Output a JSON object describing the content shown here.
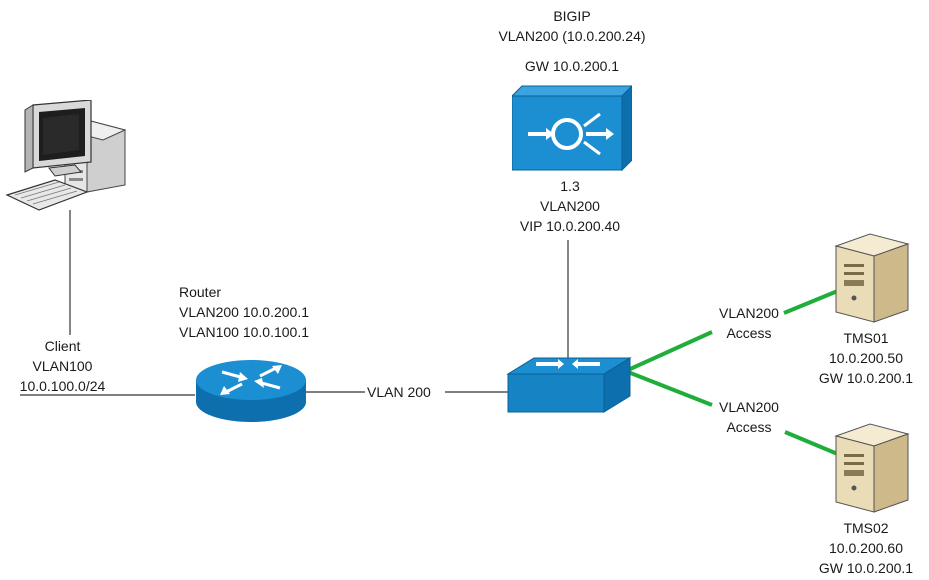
{
  "bigip": {
    "line1": "BIGIP",
    "line2": "VLAN200 (10.0.200.24)",
    "line3": "GW 10.0.200.1",
    "port": "1.3",
    "vlan": "VLAN200",
    "vip": "VIP 10.0.200.40"
  },
  "router": {
    "line1": "Router",
    "line2": "VLAN200 10.0.200.1",
    "line3": "VLAN100 10.0.100.1"
  },
  "client": {
    "line1": "Client",
    "line2": "VLAN100",
    "line3": "10.0.100.0/24"
  },
  "link_router_switch": "VLAN 200",
  "access1": {
    "line1": "VLAN200",
    "line2": "Access"
  },
  "access2": {
    "line1": "VLAN200",
    "line2": "Access"
  },
  "tms01": {
    "line1": "TMS01",
    "line2": "10.0.200.50",
    "line3": "GW 10.0.200.1"
  },
  "tms02": {
    "line1": "TMS02",
    "line2": "10.0.200.60",
    "line3": "GW 10.0.200.1"
  },
  "colors": {
    "device_blue": "#1b8fd2",
    "device_blue_dark": "#0d6fae",
    "access_link": "#1fae3a",
    "line": "#333333"
  }
}
